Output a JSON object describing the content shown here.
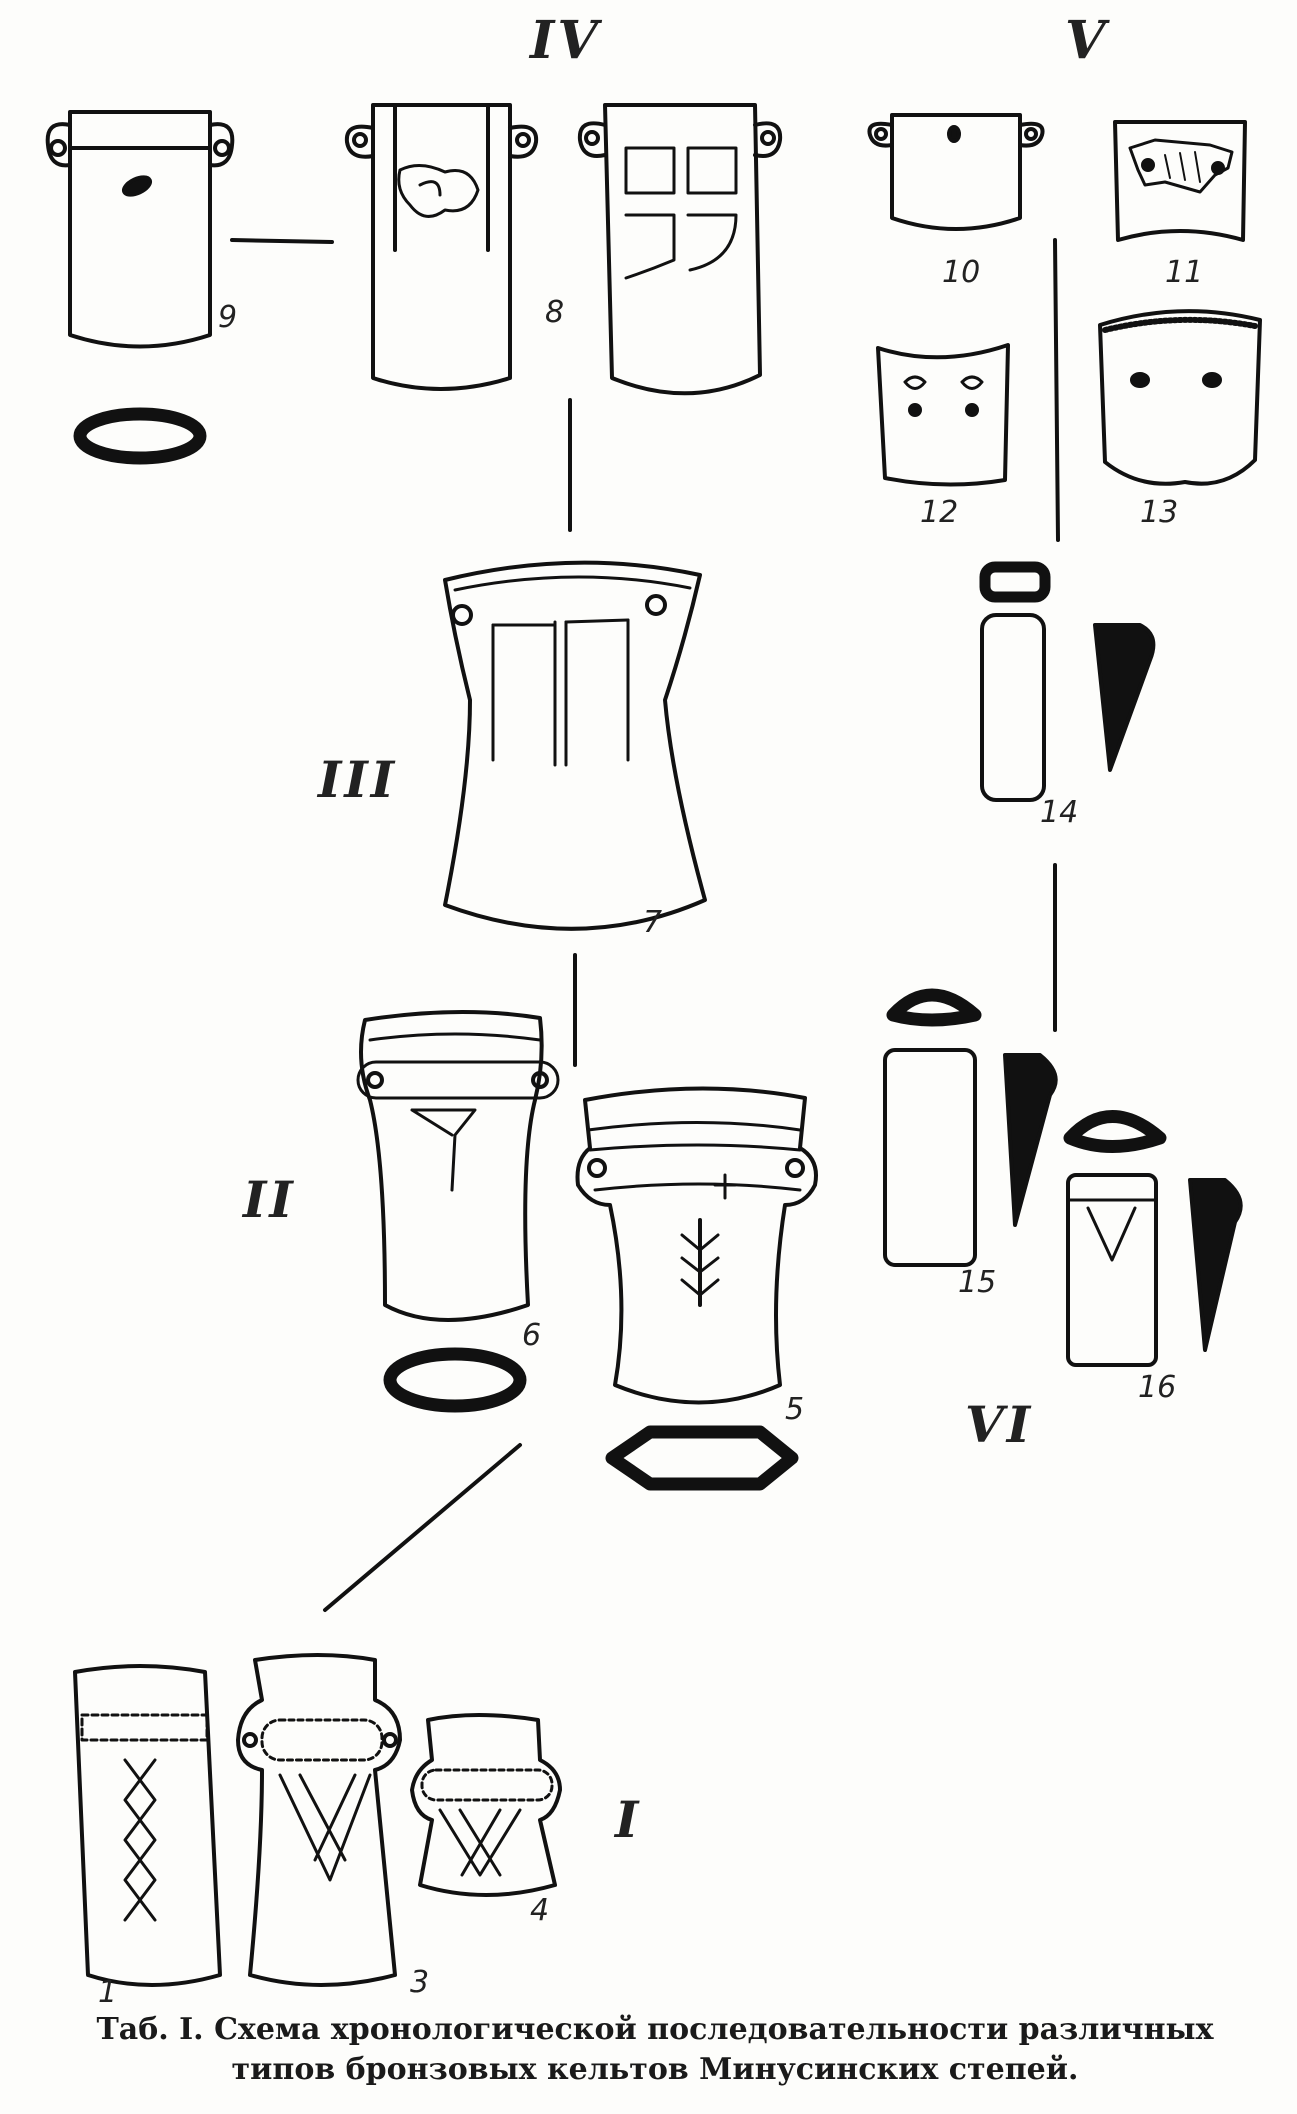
{
  "groups": [
    {
      "id": "I",
      "label": "I"
    },
    {
      "id": "II",
      "label": "II"
    },
    {
      "id": "III",
      "label": "III"
    },
    {
      "id": "IV",
      "label": "IV"
    },
    {
      "id": "V",
      "label": "V"
    },
    {
      "id": "VI",
      "label": "VI"
    }
  ],
  "figure_numbers": [
    "1",
    "3",
    "4",
    "5",
    "6",
    "7",
    "8",
    "9",
    "10",
    "11",
    "12",
    "13",
    "14",
    "15",
    "16"
  ],
  "caption": {
    "line1": "Таб. I. Схема хронологической последовательности различных",
    "line2": "типов бронзовых кельтов Минусинских степей."
  }
}
